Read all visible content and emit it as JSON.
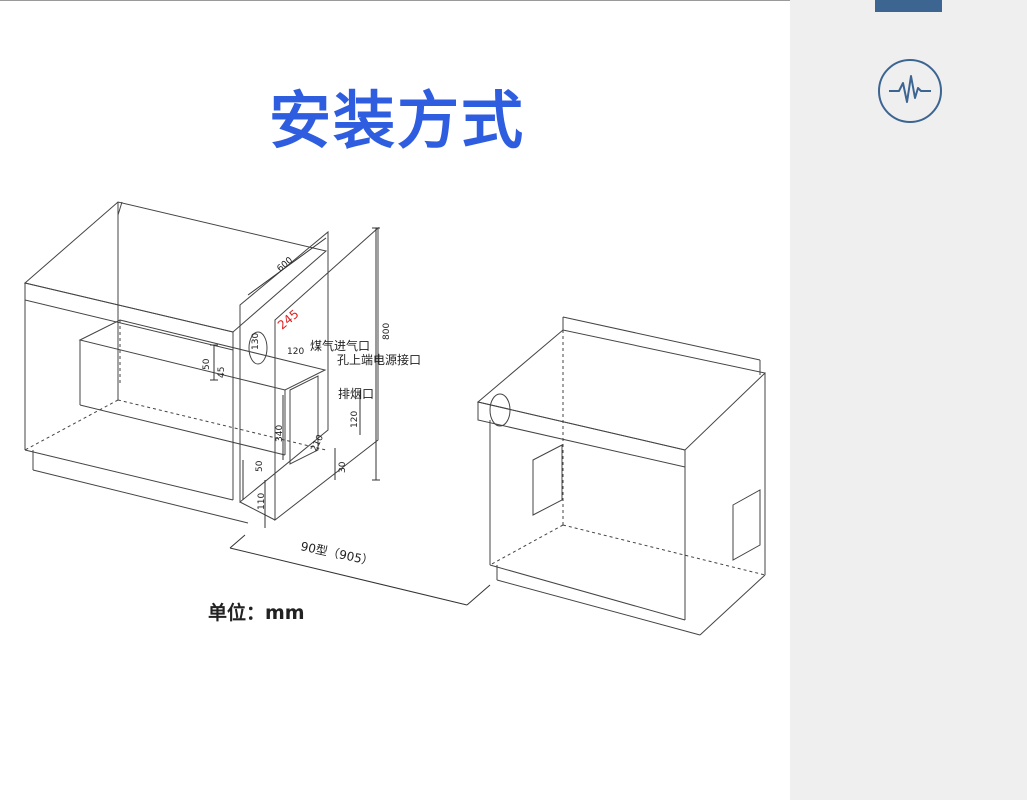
{
  "title": "安装方式",
  "sidebar": {
    "icon": "pulse-icon",
    "accent_color": "#3d6591"
  },
  "diagram": {
    "dims": {
      "d600": "600",
      "d245": "245",
      "d130": "130",
      "d120a": "120",
      "d50a": "50",
      "d45": "45",
      "d800": "800",
      "d120b": "120",
      "d340": "340",
      "d210": "210",
      "d50b": "50",
      "d30": "30",
      "d110": "110"
    },
    "labels": {
      "gas_inlet": "煤气进气口",
      "power_port": "孔上端电源接口",
      "exhaust": "排烟口",
      "model": "90型（905）"
    },
    "unit": "单位：mm",
    "highlight_color": "#e02020"
  }
}
